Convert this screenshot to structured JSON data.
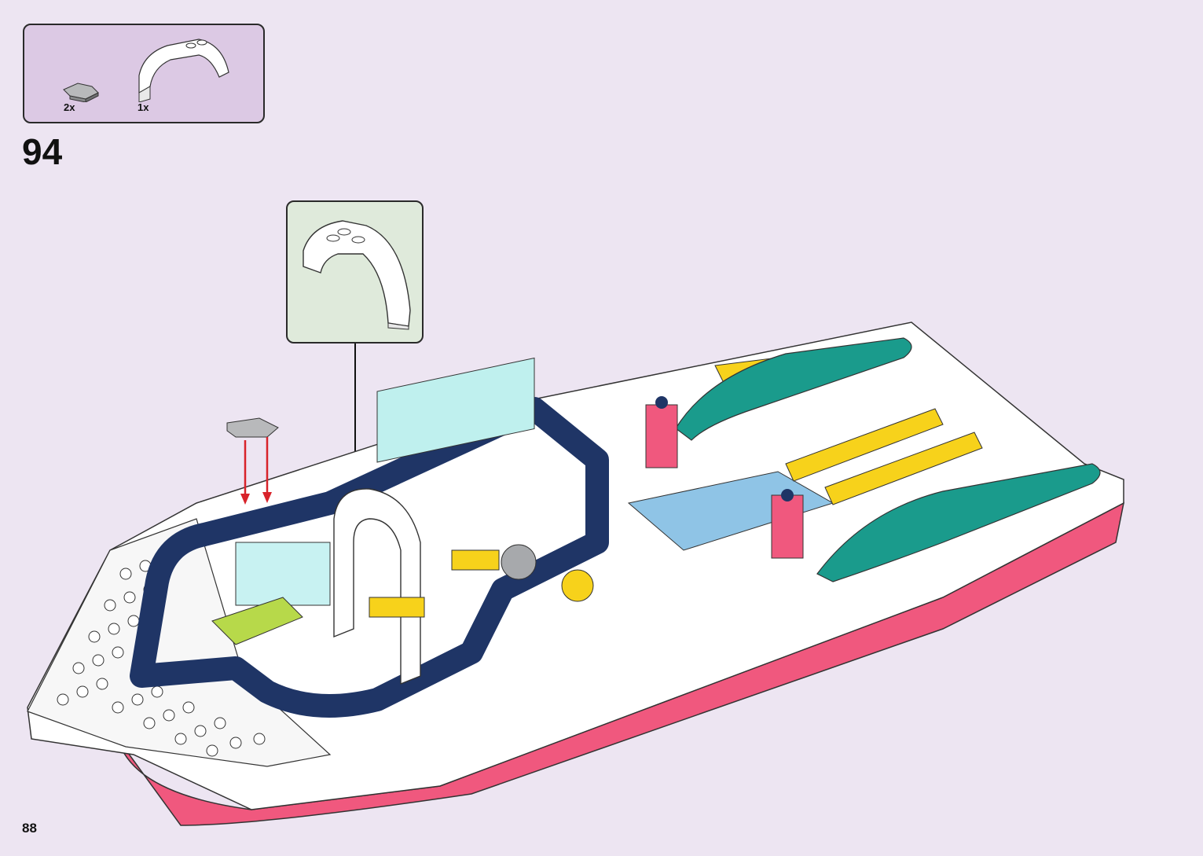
{
  "parts_list": {
    "items": [
      {
        "name": "light-bluish-gray-tile-curved",
        "quantity": "2x"
      },
      {
        "name": "white-arch-1x6",
        "quantity": "1x"
      }
    ]
  },
  "step": {
    "number": "94"
  },
  "page": {
    "number": "88"
  },
  "colors": {
    "background": "#ede5f2",
    "parts_box": "#dcc9e4",
    "callout_box": "#dfeadb",
    "dark_blue": "#1f3566",
    "white": "#ffffff",
    "coral_pink": "#f0587e",
    "teal": "#1a9b8c",
    "yellow": "#f7d21b",
    "arrow_red": "#d8232a",
    "gray": "#a7a9ac"
  },
  "icons": [
    "arch-piece-icon",
    "tile-piece-icon",
    "placement-arrow-icon",
    "boat-model-illustration"
  ]
}
